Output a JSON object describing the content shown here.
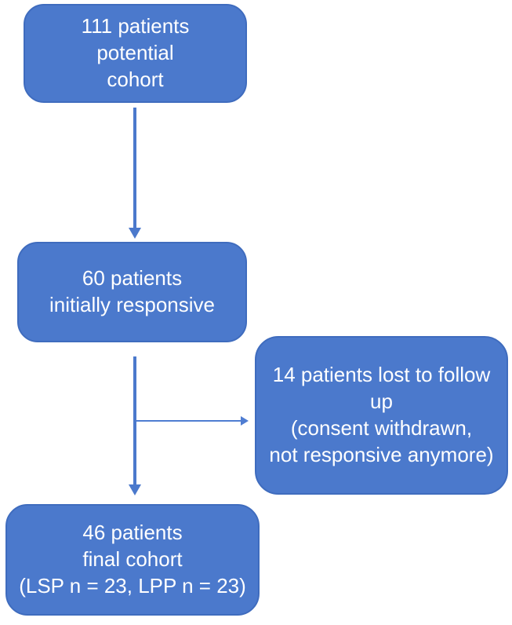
{
  "colors": {
    "box_fill": "#4b79cc",
    "box_border": "#3f6cbe",
    "arrow": "#4b79cc",
    "text": "#ffffff",
    "background": "#ffffff"
  },
  "diagram": {
    "type": "flowchart",
    "nodes": [
      {
        "id": "potential-cohort",
        "text": "111 patients\npotential\ncohort"
      },
      {
        "id": "initially-responsive",
        "text": "60 patients\ninitially responsive"
      },
      {
        "id": "lost-to-follow-up",
        "text": "14 patients lost to follow\nup\n(consent withdrawn,\nnot responsive anymore)"
      },
      {
        "id": "final-cohort",
        "text": "46 patients\nfinal cohort\n(LSP n = 23, LPP n = 23)"
      }
    ],
    "edges": [
      {
        "from": "potential-cohort",
        "to": "initially-responsive",
        "style": "thick-vertical-arrow"
      },
      {
        "from": "initially-responsive",
        "to": "final-cohort",
        "style": "thick-vertical-arrow"
      },
      {
        "from": "initially-responsive",
        "to": "lost-to-follow-up",
        "style": "thin-horizontal-arrow-branch"
      }
    ]
  }
}
